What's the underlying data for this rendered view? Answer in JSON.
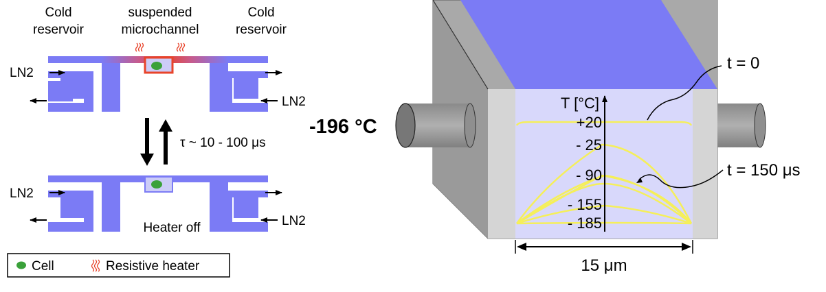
{
  "left_panel": {
    "reservoir_left_label": [
      "Cold",
      "reservoir"
    ],
    "channel_label": [
      "suspended",
      "microchannel"
    ],
    "reservoir_right_label": [
      "Cold",
      "reservoir"
    ],
    "inlet_label": "LN2",
    "time_constant": "τ ~ 10 - 100 μs",
    "heater_state": "Heater off",
    "legend": {
      "cell": "Cell",
      "heater": "Resistive heater"
    }
  },
  "right_panel": {
    "boundary_temperature": "-196 °C",
    "axis_label": "T [°C]",
    "temperature_ticks": [
      "+20",
      "- 25",
      "- 90",
      "- 155",
      "- 185"
    ],
    "time_start": "t = 0",
    "time_end": "t = 150 μs",
    "width_label": "15 μm"
  },
  "colors": {
    "channel_blue": "#7b7bf5",
    "chamber_fill": "#d8d8fb",
    "heater_red": "#e8432a",
    "cell_green": "#3aa13a",
    "curve_yellow": "#f5ef5a",
    "wall_gray": "#a9a9a9",
    "inner_gray": "#d5d5d5"
  }
}
